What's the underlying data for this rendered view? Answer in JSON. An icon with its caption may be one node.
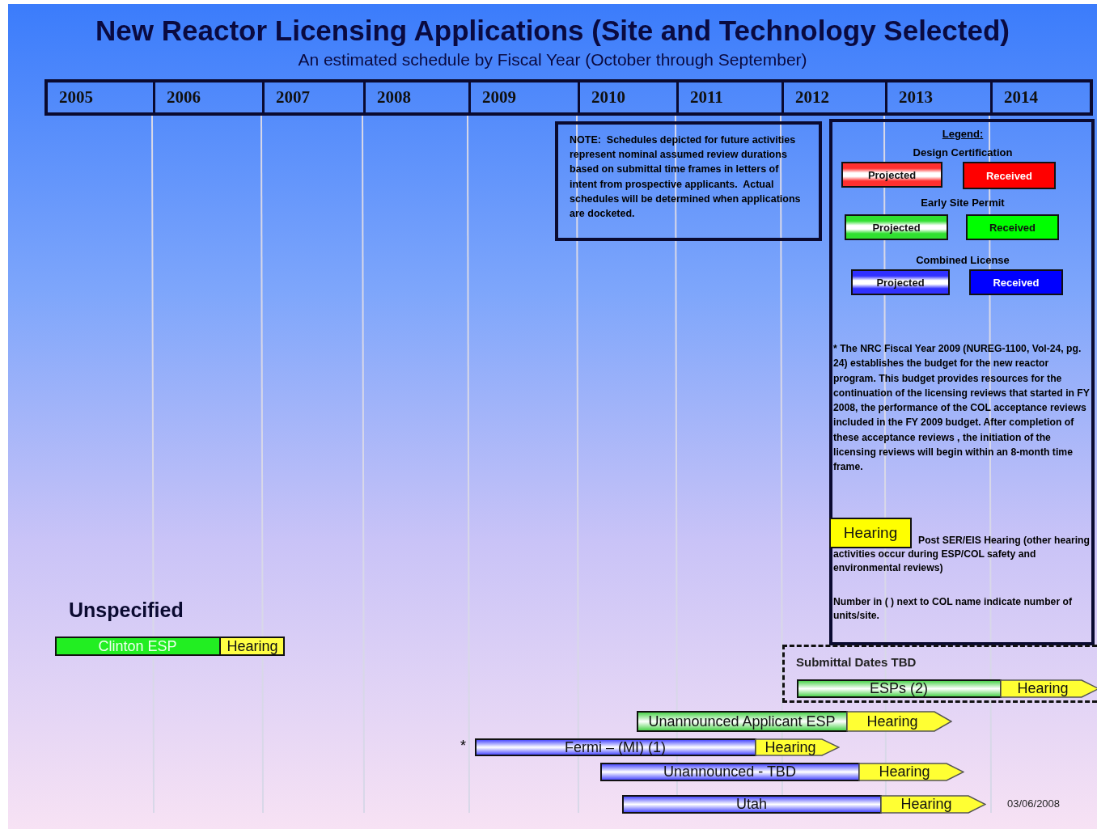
{
  "diagram": {
    "title": "New Reactor Licensing Applications (Site and Technology Selected)",
    "nodes": [
      {
        "text": [
          "NOTE:  Schedules depicted for future activities represent nominal assumed review durations based on submittal time frames in letters of intent from prospective applicants.  Actual schedules will be determined when applications are docketed."
        ]
      },
      {
        "text": [
          "Clinton ESP",
          "Hearing"
        ]
      },
      {
        "text": [
          "Submittal Dates TBD"
        ]
      },
      {
        "text": [
          "ESPs (2)",
          "Hearing"
        ],
        "in": 2
      },
      {
        "text": [
          "Unannounced Applicant ESP",
          "Hearing"
        ]
      },
      {
        "text": [
          "Fermi – (MI) (1)",
          "Hearing"
        ],
        "beside": [
          "*"
        ]
      },
      {
        "text": [
          "Unannounced - TBD",
          "Hearing"
        ]
      },
      {
        "text": [
          "Utah",
          "Hearing"
        ]
      }
    ],
    "labels": [
      "An estimated schedule by Fiscal Year (October through September)",
      "2005",
      "2006",
      "2007",
      "2008",
      "2009",
      "2010",
      "2011",
      "2012",
      "2013",
      "2014",
      "Legend:",
      "Design Certification",
      "Early Site Permit",
      "Combined License",
      "* The NRC Fiscal Year 2009 (NUREG-1100, Vol-24, pg. 24) establishes the budget for the new reactor program. This budget provides resources for the continuation of the licensing reviews that started in FY 2008, the performance of the COL acceptance reviews included in the FY 2009 budget.  After completion of these acceptance reviews , the initiation of the licensing reviews will begin within an 8-month time frame.",
      "Post SER/EIS Hearing (other hearing activities occur during ESP/COL safety and environmental reviews)",
      "Unspecified",
      "Number in ( ) next to COL name indicate number of units/site.",
      "03/06/2008"
    ],
    "legend": [
      {
        "text": "Projected",
        "color": "#ff3030"
      },
      {
        "text": "Received",
        "color": "#ff0000"
      },
      {
        "text": "Projected",
        "color": "#30e030"
      },
      {
        "text": "Received",
        "color": "#00ff00"
      },
      {
        "text": "Projected",
        "color": "#3030ff"
      },
      {
        "text": "Received",
        "color": "#0000ff"
      },
      {
        "text": "Hearing",
        "color": "#ffff00"
      }
    ]
  }
}
